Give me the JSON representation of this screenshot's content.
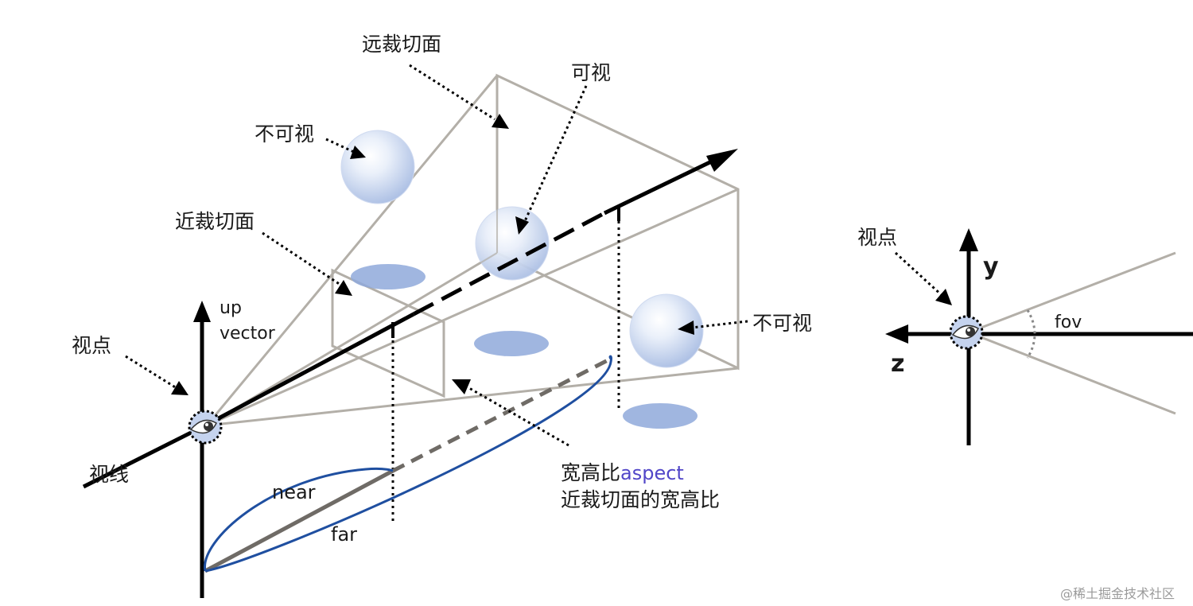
{
  "labels": {
    "far_plane": "远裁切面",
    "visible": "可视",
    "not_visible_1": "不可视",
    "near_plane": "近裁切面",
    "up_vector_line1": "up",
    "up_vector_line2": "vector",
    "viewpoint_left": "视点",
    "not_visible_2": "不可视",
    "line_of_sight": "视线",
    "near": "near",
    "far": "far",
    "aspect_cn": "宽高比",
    "aspect_en": "aspect",
    "aspect_desc": "近裁切面的宽高比",
    "viewpoint_right": "视点",
    "axis_y": "y",
    "axis_z": "z",
    "fov": "fov"
  },
  "watermark": "@稀土掘金技术社区",
  "colors": {
    "frustum": "#b3afa8",
    "axis": "#000000",
    "sphere": "#bccbe8",
    "shadow": "#8fa9da",
    "near_far_curve": "#1f4fa0",
    "aspect_accent": "#5146c8",
    "eye_fill": "#c5d3ee"
  }
}
